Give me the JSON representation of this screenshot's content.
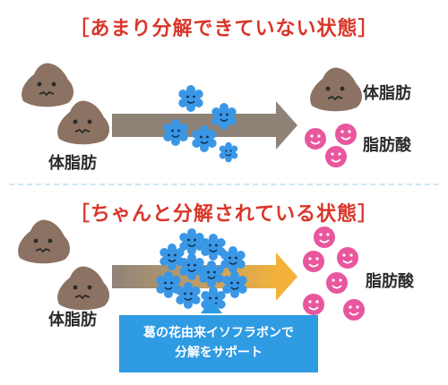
{
  "sections": [
    {
      "heading": "［あまり分解できていない状態］",
      "left_label": "体脂肪",
      "right_labels": [
        "体脂肪",
        "脂肪酸"
      ]
    },
    {
      "heading": "［ちゃんと分解されている状態］",
      "left_label": "体脂肪",
      "right_labels": [
        "脂肪酸"
      ]
    }
  ],
  "callout": {
    "line1": "葛の花由来イソフラボンで",
    "line2": "分解をサポート"
  },
  "colors": {
    "heading_red": "#d9362a",
    "body_fat_brown": "#8b7262",
    "fatty_acid_pink": "#e8579e",
    "enzyme_blue": "#3a97e6",
    "arrow_gray": "#8f8378",
    "arrow_orange": "#f3b23b",
    "callout_blue": "#2f9be3"
  }
}
